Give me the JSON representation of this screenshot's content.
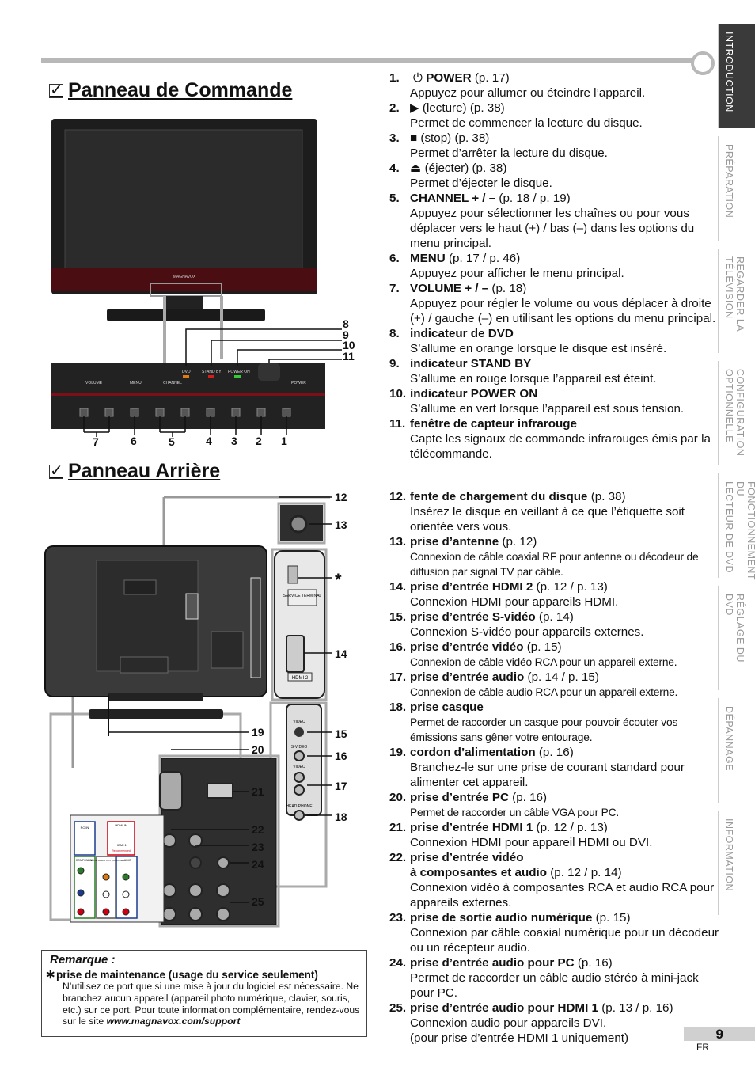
{
  "section_front": "Panneau de Commande",
  "section_rear": "Panneau Arrière",
  "tabs": [
    {
      "label": "INTRODUCTION",
      "active": true
    },
    {
      "label": "PRÉPARATION",
      "active": false
    },
    {
      "label": "REGARDER LA\nTÉLÉVISION",
      "active": false
    },
    {
      "label": "CONFIGURATION\nOPTIONNELLE",
      "active": false
    },
    {
      "label": "FONCTIONNEMENT DU\nLECTEUR DE DVD",
      "active": false
    },
    {
      "label": "RÉGLAGE DU DVD",
      "active": false
    },
    {
      "label": "DÉPANNAGE",
      "active": false
    },
    {
      "label": "INFORMATION",
      "active": false
    }
  ],
  "tv": {
    "brand": "MAGNAVOX"
  },
  "control_panel_labels": {
    "volume": "VOLUME",
    "menu": "MENU",
    "channel": "CHANNEL",
    "dvd": "DVD",
    "standby": "STAND BY",
    "power_on": "POWER ON",
    "power": "POWER"
  },
  "front_callouts_bottom": [
    "7",
    "6",
    "5",
    "4",
    "3",
    "2",
    "1"
  ],
  "front_callouts_side": [
    "8",
    "9",
    "10",
    "11"
  ],
  "rear_callouts_right": [
    "12",
    "13",
    "*",
    "14",
    "15",
    "16",
    "17",
    "18"
  ],
  "rear_callouts_left": [
    "19",
    "20",
    "21",
    "22",
    "23",
    "24",
    "25"
  ],
  "rear_labels": {
    "service": "SERVICE TERMINAL",
    "hdmi2": "HDMI 2",
    "video_in": "VIDEO",
    "svideo": "S-VIDEO",
    "video": "VIDEO",
    "audio": "AUDIO",
    "headphone": "HEAD PHONE",
    "pc_in": "PC IN",
    "hdmi_in": "HDMI IN",
    "hdmi1": "HDMI 1",
    "recommended": "Recommended",
    "component": "COMPONENT",
    "digital": "DIGITAL AUDIO OUT (COAXIAL)",
    "audio_small": "AUDIO"
  },
  "items": [
    {
      "n": "1.",
      "title": "POWER",
      "ref": " (p. 17)",
      "desc": "Appuyez pour allumer ou éteindre l’appareil.",
      "icon": "power-icon"
    },
    {
      "n": "2.",
      "title": "",
      "ref": " (lecture) (p. 38)",
      "desc": "Permet de commencer la lecture du disque.",
      "icon": "play-icon"
    },
    {
      "n": "3.",
      "title": "",
      "ref": " (stop) (p. 38)",
      "desc": "Permet d’arrêter la lecture du disque.",
      "icon": "stop-icon"
    },
    {
      "n": "4.",
      "title": "",
      "ref": " (éjecter) (p. 38)",
      "desc": "Permet d’éjecter le disque.",
      "icon": "eject-icon"
    },
    {
      "n": "5.",
      "title": "CHANNEL + / –",
      "ref": " (p. 18 / p. 19)",
      "desc": "Appuyez pour sélectionner les chaînes ou pour vous déplacer vers le haut (+) / bas (–) dans les options du menu principal."
    },
    {
      "n": "6.",
      "title": "MENU",
      "ref": " (p. 17 / p. 46)",
      "desc": "Appuyez pour afficher le menu principal."
    },
    {
      "n": "7.",
      "title": "VOLUME + / –",
      "ref": " (p. 18)",
      "desc": "Appuyez pour régler le volume ou vous déplacer à droite (+) / gauche (–) en utilisant les options du menu principal."
    },
    {
      "n": "8.",
      "title": "indicateur de DVD",
      "ref": "",
      "desc": "S’allume en orange lorsque le disque est inséré."
    },
    {
      "n": "9.",
      "title": "indicateur STAND BY",
      "ref": "",
      "desc": "S’allume en rouge lorsque l’appareil est éteint."
    },
    {
      "n": "10.",
      "title": "indicateur POWER ON",
      "ref": "",
      "desc": "S’allume en vert lorsque l’appareil est sous tension."
    },
    {
      "n": "11.",
      "title": "fenêtre de capteur infrarouge",
      "ref": "",
      "desc": "Capte les signaux de commande infrarouges émis par la télécommande."
    }
  ],
  "items2": [
    {
      "n": "12.",
      "title": "fente de chargement du disque",
      "ref": " (p. 38)",
      "desc": "Insérez le disque en veillant à ce que l’étiquette soit orientée vers vous.",
      "small": false
    },
    {
      "n": "13.",
      "title": "prise d’antenne",
      "ref": " (p. 12)",
      "desc": "Connexion de câble coaxial RF pour antenne ou décodeur de diffusion par signal TV par câble.",
      "small": true
    },
    {
      "n": "14.",
      "title": "prise d’entrée HDMI 2",
      "ref": " (p. 12 / p. 13)",
      "desc": "Connexion HDMI pour appareils HDMI.",
      "small": false
    },
    {
      "n": "15.",
      "title": "prise d’entrée S-vidéo",
      "ref": " (p. 14)",
      "desc": "Connexion S-vidéo pour appareils externes.",
      "small": false
    },
    {
      "n": "16.",
      "title": "prise d’entrée vidéo",
      "ref": " (p. 15)",
      "desc": "Connexion de câble vidéo RCA pour un appareil externe.",
      "small": true
    },
    {
      "n": "17.",
      "title": "prise d’entrée audio",
      "ref": " (p. 14 / p. 15)",
      "desc": "Connexion de câble audio RCA pour un appareil externe.",
      "small": true
    },
    {
      "n": "18.",
      "title": "prise casque",
      "ref": "",
      "desc": "Permet de raccorder un casque pour pouvoir écouter vos émissions sans gêner votre entourage.",
      "small": true
    },
    {
      "n": "19.",
      "title": "cordon d’alimentation",
      "ref": " (p. 16)",
      "desc": "Branchez-le sur une prise de courant standard pour alimenter cet appareil.",
      "small": false
    },
    {
      "n": "20.",
      "title": "prise d’entrée PC",
      "ref": " (p. 16)",
      "desc": "Permet de raccorder un câble VGA pour PC.",
      "small": true
    },
    {
      "n": "21.",
      "title": "prise d’entrée HDMI 1",
      "ref": " (p. 12 / p. 13)",
      "desc": "Connexion HDMI pour appareil HDMI ou DVI.",
      "small": false
    },
    {
      "n": "22.",
      "title": "prise d’entrée vidéo",
      "title2": "à composantes et audio",
      "ref": " (p. 12 / p. 14)",
      "desc": "Connexion vidéo à composantes RCA et audio RCA pour appareils externes.",
      "small": false
    },
    {
      "n": "23.",
      "title": "prise de sortie audio numérique",
      "ref": " (p. 15)",
      "desc": "Connexion par câble coaxial numérique pour un décodeur ou un récepteur audio.",
      "small": false
    },
    {
      "n": "24.",
      "title": "prise d’entrée audio pour PC",
      "ref": " (p. 16)",
      "desc": "Permet de raccorder un câble audio stéréo à mini-jack pour PC.",
      "small": false
    },
    {
      "n": "25.",
      "title": "prise d’entrée audio pour HDMI 1",
      "ref": " (p. 13 / p. 16)",
      "desc": "Connexion audio pour appareils DVI.\n(pour prise d’entrée HDMI 1 uniquement)",
      "small": false
    }
  ],
  "note": {
    "title": "Remarque :",
    "star": "∗",
    "head": "prise de maintenance (usage du service seulement)",
    "body": "N’utilisez ce port que si une mise à jour du logiciel est nécessaire. Ne branchez aucun appareil (appareil photo numérique, clavier, souris, etc.) sur ce port. Pour toute information complémentaire, rendez-vous sur le site ",
    "url": "www.magnavox.com/support"
  },
  "page_number": "9",
  "lang": "FR"
}
